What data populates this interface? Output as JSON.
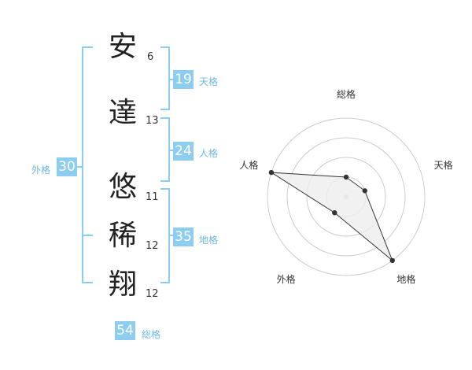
{
  "name_chars": [
    {
      "char": "安",
      "strokes": "6"
    },
    {
      "char": "達",
      "strokes": "13"
    },
    {
      "char": "悠",
      "strokes": "11"
    },
    {
      "char": "稀",
      "strokes": "12"
    },
    {
      "char": "翔",
      "strokes": "12"
    }
  ],
  "fortunes": {
    "tenkaku": {
      "value": "19",
      "label": "天格"
    },
    "jinkaku": {
      "value": "24",
      "label": "人格"
    },
    "chikaku": {
      "value": "35",
      "label": "地格"
    },
    "gaikaku": {
      "value": "30",
      "label": "外格"
    },
    "soukaku": {
      "value": "54",
      "label": "総格"
    }
  },
  "chart_data": {
    "type": "radar",
    "axes": [
      "総格",
      "天格",
      "地格",
      "外格",
      "人格"
    ],
    "values": [
      1,
      1,
      4,
      1,
      4
    ],
    "max": 4,
    "rings": 4,
    "colors": {
      "fill": "#eeeeee",
      "line": "#333333",
      "grid": "#cccccc",
      "point": "#333333",
      "center": "#cccccc"
    }
  }
}
